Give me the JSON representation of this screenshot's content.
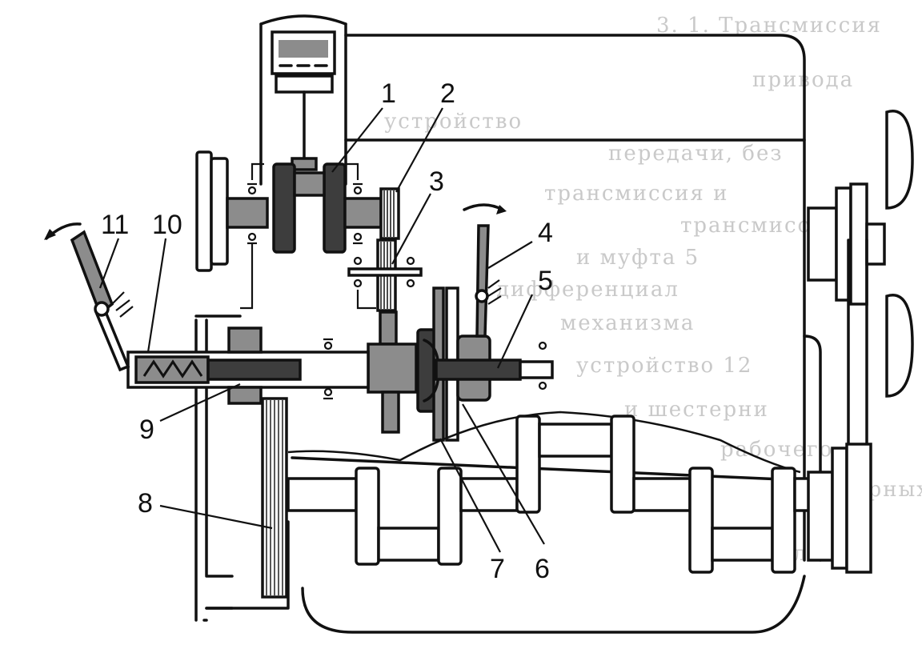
{
  "bleed_through_text": [
    "3. 1. Трансмиссия",
    "привода",
    "устройство",
    "передачи, без",
    "трансмиссия и",
    "трансмиссия",
    "и муфта 5",
    "дифференциал",
    "механизма",
    "устройство 12",
    "и шестерни",
    "рабочего",
    "опорных",
    "двигателя"
  ],
  "callouts": [
    {
      "num": "1"
    },
    {
      "num": "2"
    },
    {
      "num": "3"
    },
    {
      "num": "4"
    },
    {
      "num": "5"
    },
    {
      "num": "6"
    },
    {
      "num": "7"
    },
    {
      "num": "8"
    },
    {
      "num": "9"
    },
    {
      "num": "10"
    },
    {
      "num": "11"
    }
  ],
  "colors": {
    "ink": "#111111",
    "gray_fill": "#8c8c8c",
    "dark_fill": "#3d3d3d",
    "bleed_text": "#c9c9c9"
  }
}
